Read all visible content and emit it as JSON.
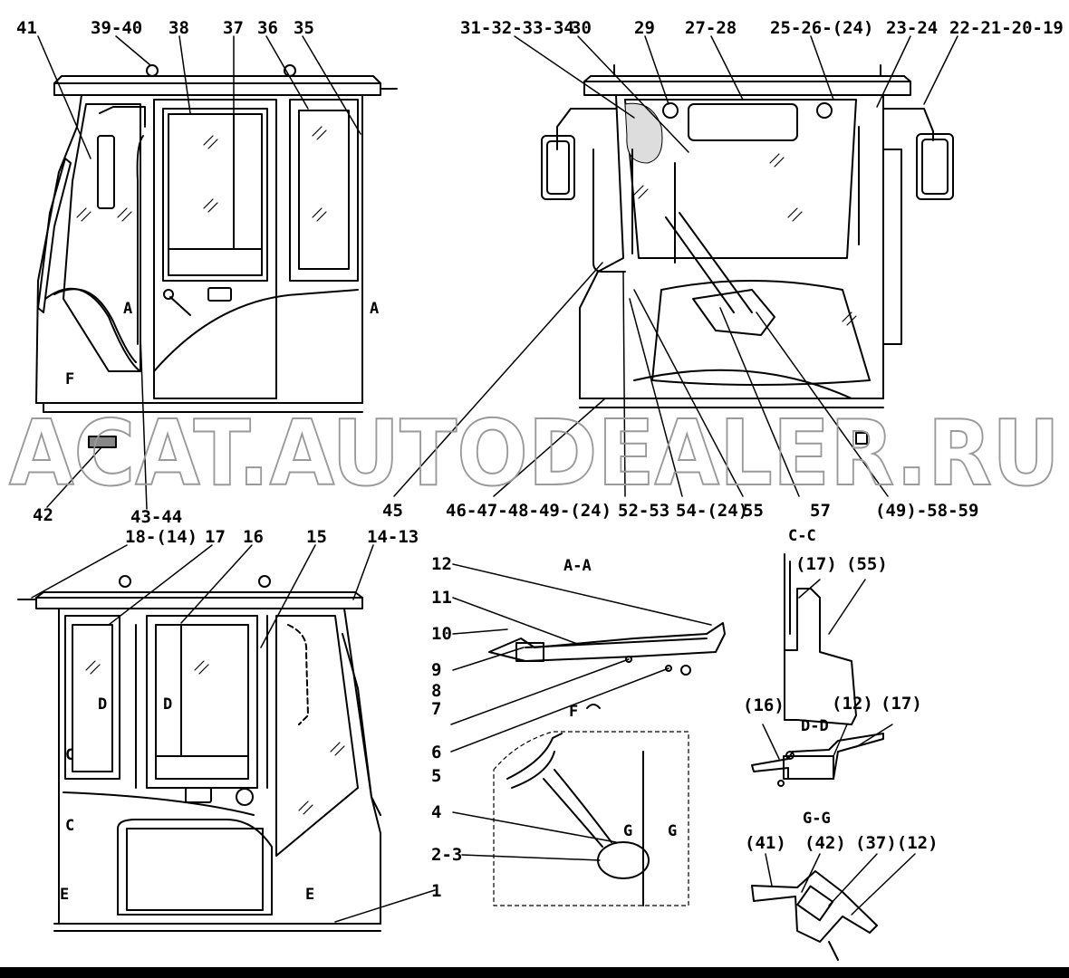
{
  "labels": {
    "p41": "41",
    "p39_40": "39-40",
    "p38": "38",
    "p37": "37",
    "p36": "36",
    "p35": "35",
    "p31_34": "31-32-33-34",
    "p30": "30",
    "p29": "29",
    "p27_28": "27-28",
    "p25_26": "25-26-(24)",
    "p23_24": "23-24",
    "p22_19": "22-21-20-19",
    "p42": "42",
    "p43_44": "43-44",
    "p45": "45",
    "p46_49": "46-47-48-49-(24)",
    "p52_53": "52-53",
    "p54": "54-(24)",
    "p55": "55",
    "p57": "57",
    "p49_58_59": "(49)-58-59",
    "p18": "18-(14)",
    "p17": "17",
    "p16": "16",
    "p15": "15",
    "p14_13": "14-13",
    "p12": "12",
    "p11": "11",
    "p10": "10",
    "p9": "9",
    "p8": "8",
    "p7": "7",
    "p6": "6",
    "p5": "5",
    "p4": "4",
    "p2_3": "2-3",
    "p1": "1",
    "cc_17": "(17)",
    "cc_55": "(55)",
    "dd_16": "(16)",
    "dd_12": "(12)",
    "dd_17": "(17)",
    "gg_41": "(41)",
    "gg_42": "(42)",
    "gg_37_12": "(37)(12)"
  },
  "sections": {
    "aa_title": "A-A",
    "cc_title": "C-C",
    "dd_title": "D-D",
    "gg_title": "G-G",
    "f_title": "F",
    "a_left": "A",
    "a_right": "A",
    "f_mark": "F",
    "d_left": "D",
    "d_right": "D",
    "c_top": "C",
    "c_bot": "C",
    "e_left": "E",
    "e_right": "E",
    "g_left": "G",
    "g_right": "G"
  },
  "watermark": "ACAT.AUTODEALER.RU"
}
